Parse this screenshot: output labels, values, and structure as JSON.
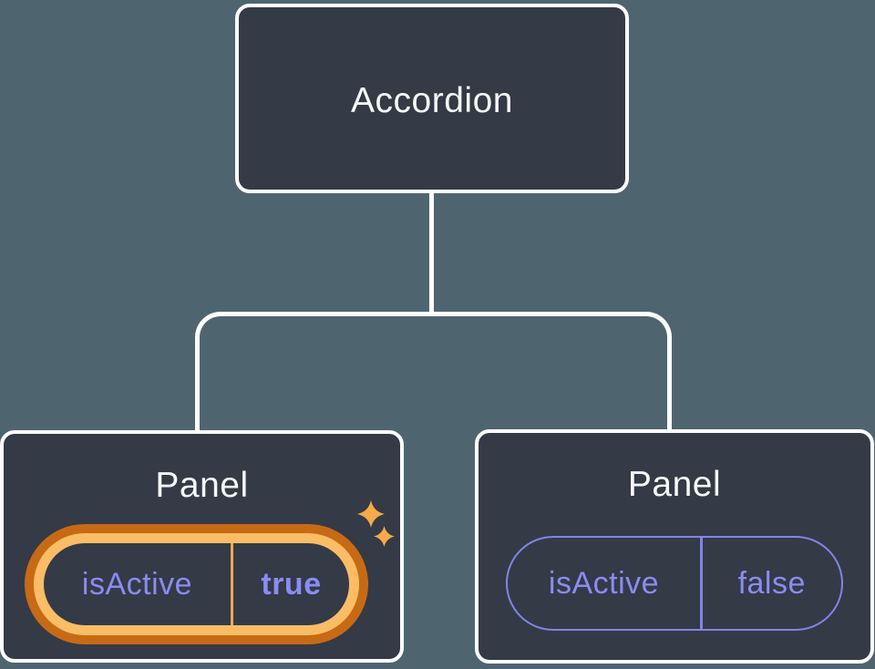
{
  "colors": {
    "background": "#4E6570",
    "node_fill": "#343A46",
    "node_border": "#FFFFFF",
    "connector": "#FFFFFF",
    "title_text": "#F6F7F9",
    "prop_text": "#8A8CF2",
    "pill_border_inactive": "#8184EA",
    "ring_outer": "#C76A15",
    "ring_inner": "#FABD66",
    "divider_active": "#F0A852",
    "sparkle": "#F5AB4B"
  },
  "diagram": {
    "root": {
      "label": "Accordion"
    },
    "children": [
      {
        "label": "Panel",
        "prop_name": "isActive",
        "prop_value": "true",
        "state": "active-highlighted",
        "icon": "sparkle-icon"
      },
      {
        "label": "Panel",
        "prop_name": "isActive",
        "prop_value": "false",
        "state": "inactive"
      }
    ]
  }
}
